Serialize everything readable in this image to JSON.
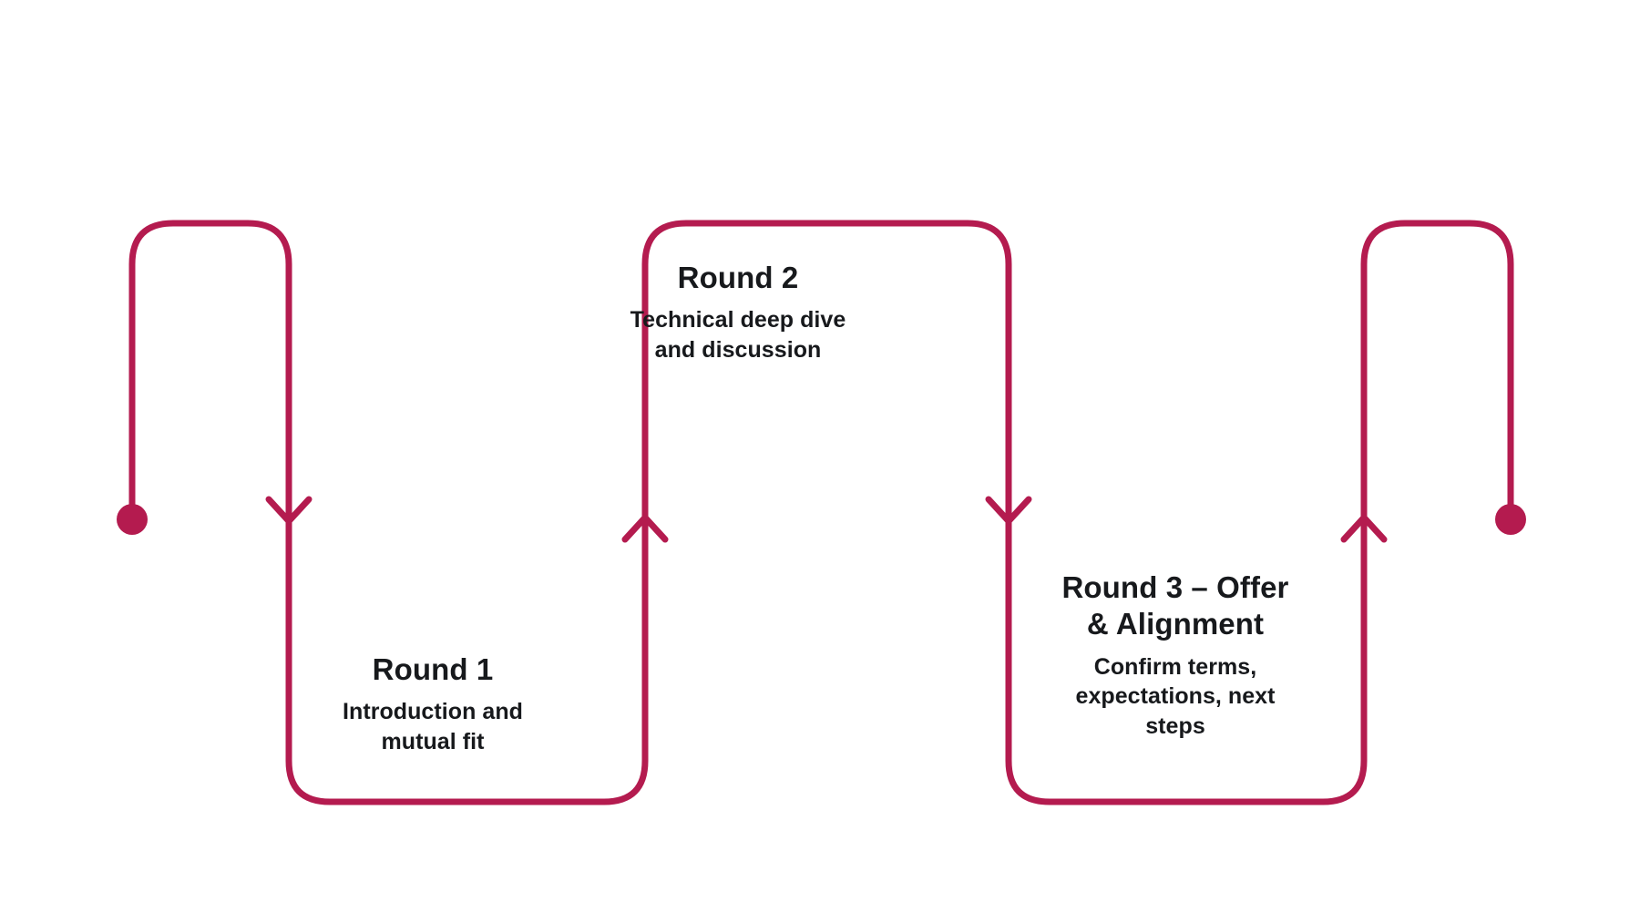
{
  "diagram": {
    "type": "serpentine-process-flow",
    "orientation": "horizontal",
    "background_color": "#ffffff",
    "accent_color": "#B41B4F",
    "text_color": "#17191c",
    "stroke_width": 7,
    "corner_radius": 45,
    "node_count": 3,
    "marker_start": "filled-circle",
    "marker_end": "filled-circle"
  },
  "steps": [
    {
      "id": "round-1",
      "index": 1,
      "title": "Round 1",
      "description_line1": "Introduction and",
      "description_line2": "mutual fit",
      "description": "Introduction and mutual fit",
      "position": "bottom"
    },
    {
      "id": "round-2",
      "index": 2,
      "title": "Round 2",
      "description_line1": "Technical deep dive",
      "description_line2": "and discussion",
      "description": "Technical deep dive and discussion",
      "position": "top"
    },
    {
      "id": "round-3",
      "index": 3,
      "title_line1": "Round 3 – Offer",
      "title_line2": "& Alignment",
      "title": "Round 3 – Offer & Alignment",
      "description_line1": "Confirm terms,",
      "description_line2": "expectations, next",
      "description_line3": "steps",
      "description": "Confirm terms, expectations, next steps",
      "position": "bottom"
    }
  ],
  "connectors": {
    "arrow_down_1": "arrow-down-icon",
    "arrow_up_1": "arrow-up-icon",
    "arrow_down_2": "arrow-down-icon",
    "arrow_up_2": "arrow-up-icon",
    "start_dot": "start-dot-icon",
    "end_dot": "end-dot-icon"
  }
}
